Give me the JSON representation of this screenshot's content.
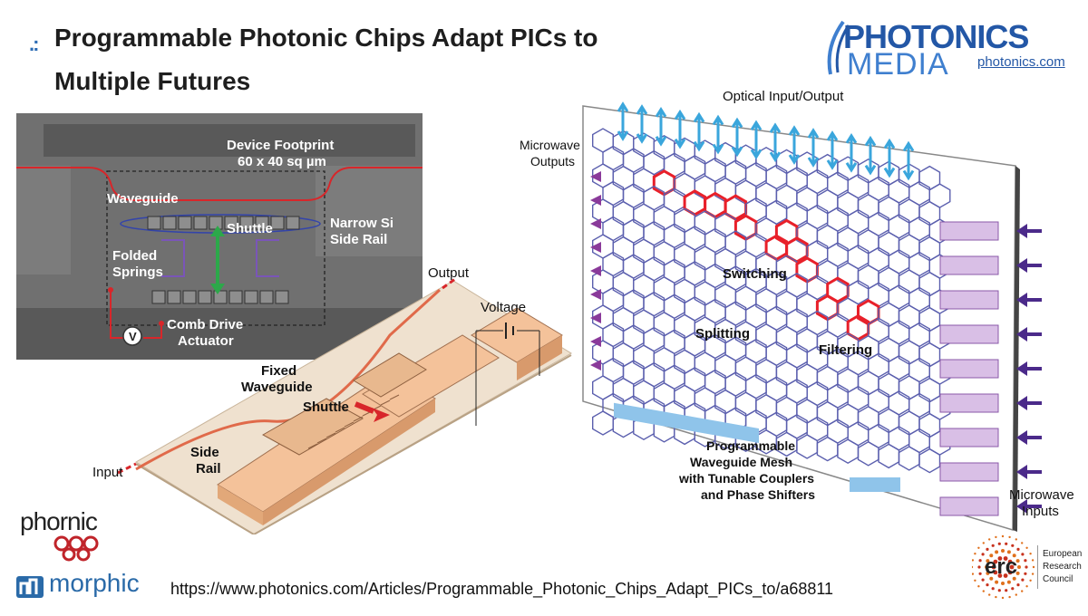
{
  "slide": {
    "title_bullet": ".:",
    "title_line_1": "Programmable Photonic Chips Adapt PICs to",
    "title_line_2": "Multiple Futures",
    "url": "https://www.photonics.com/Articles/Programmable_Photonic_Chips_Adapt_PICs_to/a68811"
  },
  "logos": {
    "photonics_media": {
      "word1": "PHOTONICS",
      "word2": "MEDIA",
      "url": "photonics.com"
    },
    "phornic": "phornic",
    "morphic": "morphic",
    "erc": {
      "word": "erc",
      "line1": "European",
      "line2": "Research",
      "line3": "Council"
    }
  },
  "sem_figure": {
    "device_footprint": "Device Footprint",
    "footprint_size": "60 x 40 sq µm",
    "waveguide": "Waveguide",
    "shuttle": "Shuttle",
    "narrow_si_1": "Narrow Si",
    "narrow_si_2": "Side Rail",
    "folded_1": "Folded",
    "folded_2": "Springs",
    "comb_1": "Comb Drive",
    "comb_2": "Actuator",
    "voltage_symbol": "V"
  },
  "iso_figure": {
    "output": "Output",
    "voltage": "Voltage",
    "fixed_1": "Fixed",
    "fixed_2": "Waveguide",
    "shuttle": "Shuttle",
    "side_1": "Side",
    "side_2": "Rail",
    "input": "Input"
  },
  "mesh_figure": {
    "optical_io": "Optical Input/Output",
    "mw_out_1": "Microwave",
    "mw_out_2": "Outputs",
    "switching": "Switching",
    "splitting": "Splitting",
    "filtering": "Filtering",
    "mesh_1": "Programmable",
    "mesh_2": "Waveguide Mesh",
    "mesh_3": "with Tunable Couplers",
    "mesh_4": "and Phase Shifters",
    "mw_in_1": "Microwave",
    "mw_in_2": "Inputs"
  },
  "colors": {
    "title_accent": "#2e6db5",
    "photonics_blue": "#2357a6",
    "mesh_hex": "#5b5fae",
    "highlight_red": "#e8202a"
  }
}
